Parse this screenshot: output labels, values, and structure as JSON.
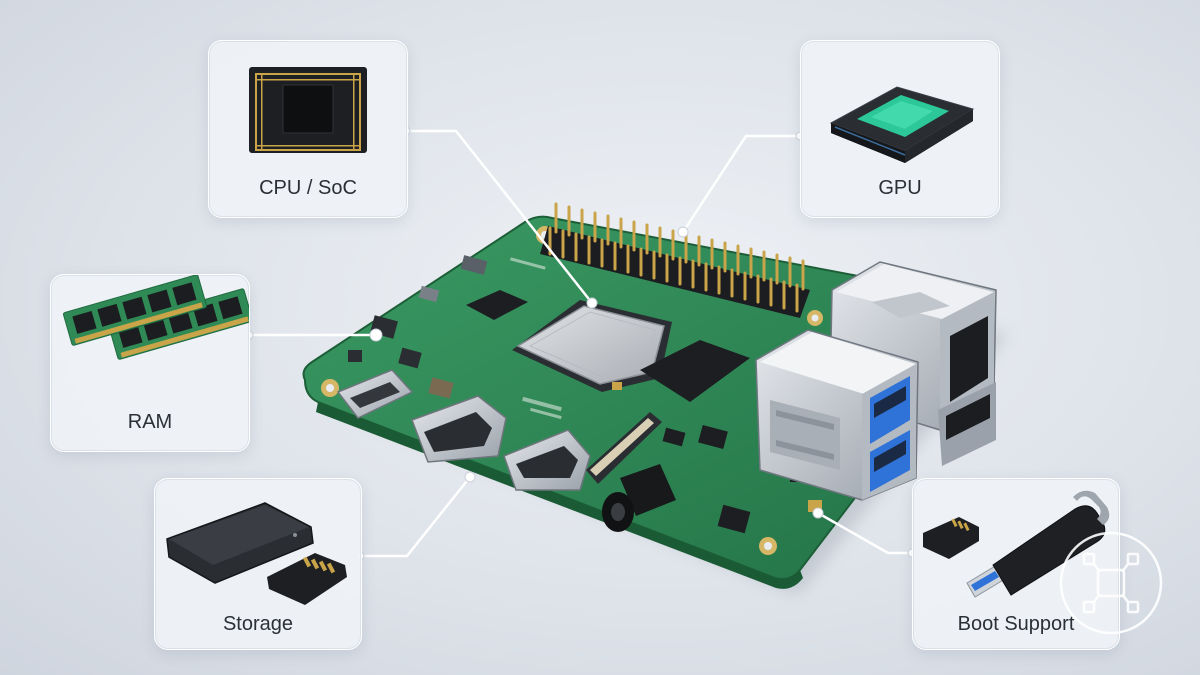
{
  "components": [
    {
      "id": "cpu",
      "label": "CPU / SoC",
      "icon": "soc-chip-icon"
    },
    {
      "id": "gpu",
      "label": "GPU",
      "icon": "gpu-chip-icon"
    },
    {
      "id": "ram",
      "label": "RAM",
      "icon": "ram-module-icon"
    },
    {
      "id": "storage",
      "label": "Storage",
      "icon": "ssd-and-microsd-icon"
    },
    {
      "id": "boot",
      "label": "Boot Support",
      "icon": "usb-and-microsd-icon"
    }
  ],
  "board": {
    "icon": "single-board-computer-icon"
  },
  "colors": {
    "pcb": "#2f8a55",
    "pcb_dark": "#1f6b3f",
    "gold": "#c9a449",
    "metal": "#c7ccd2",
    "usb_blue": "#2f73d8",
    "card_bg": "#eef1f5",
    "connector_line": "#ffffff"
  }
}
